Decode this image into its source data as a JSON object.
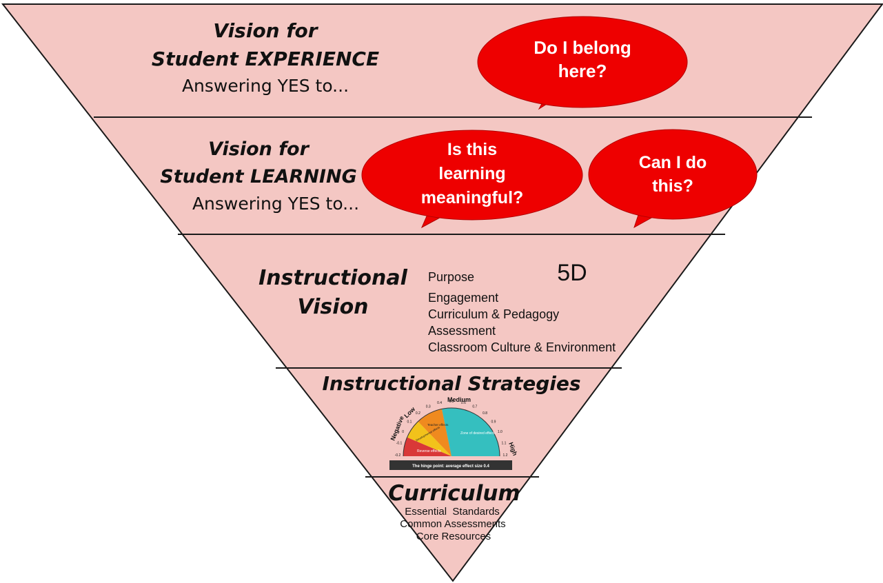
{
  "levels": {
    "experience": {
      "title_line1": "Vision for",
      "title_line2": "Student EXPERIENCE",
      "subtitle": "Answering YES to...",
      "bubble": {
        "line1": "Do I belong",
        "line2": "here?"
      }
    },
    "learning": {
      "title_line1": "Vision for",
      "title_line2": "Student LEARNING",
      "subtitle": "Answering YES to...",
      "bubble_a": {
        "line1": "Is this",
        "line2": "learning",
        "line3": "meaningful?"
      },
      "bubble_b": {
        "line1": "Can I do",
        "line2": "this?"
      }
    },
    "instructional_vision": {
      "title_line1": "Instructional",
      "title_line2": "Vision",
      "badge": "5D",
      "items": [
        "Purpose",
        "Engagement",
        "Curriculum & Pedagogy",
        "Assessment",
        "Classroom Culture & Environment"
      ]
    },
    "strategies": {
      "title": "Instructional Strategies",
      "gauge": {
        "labels": {
          "negative": "Negative",
          "low": "Low",
          "medium": "Medium",
          "high": "High"
        },
        "ticks": [
          "-0.2",
          "-0.1",
          "0",
          "0.1",
          "0.2",
          "0.3",
          "0.4",
          "0.5",
          "0.6",
          "0.7",
          "0.8",
          "0.9",
          "1.0",
          "1.1",
          "1.2"
        ],
        "zones": {
          "reverse": "Reverse effects",
          "development": "Developmental effects",
          "teacher": "Teacher effects",
          "desired": "Zone of desired effects"
        },
        "hinge": "The hinge point: average effect size 0.4"
      }
    },
    "curriculum": {
      "title": "Curriculum",
      "items": [
        "Essential  Standards",
        "Common Assessments",
        "Core Resources"
      ]
    }
  },
  "colors": {
    "band_fill": "#f4c7c3",
    "bubble_fill": "#ee0000",
    "bubble_text": "#ffffff",
    "gauge_red": "#d93838",
    "gauge_yellow": "#f2c21b",
    "gauge_orange": "#ef8a1f",
    "gauge_teal": "#35bfbf",
    "gauge_bar": "#333333"
  }
}
